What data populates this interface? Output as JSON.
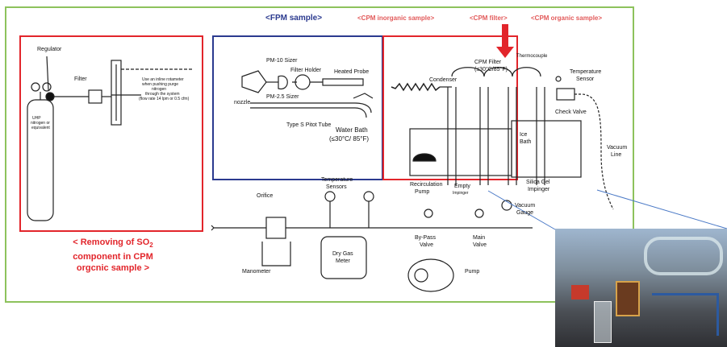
{
  "headers": {
    "fpm": "<FPM sample>",
    "cpm_inorganic": "<CPM inorganic sample>",
    "cpm_filter": "<CPM filter>",
    "cpm_organic": "<CPM organic sample>"
  },
  "caption": {
    "line1_pre": "< Removing of SO",
    "line1_sub": "2",
    "line2": "component in CPM",
    "line3": "orgcnic sample >"
  },
  "left_box": {
    "regulator": "Regulator",
    "filter": "Filter",
    "rotameter_note": [
      "Use an inline rotameter",
      "when pushing purge",
      "nitrogen",
      "through the system",
      "(flow rate 14 lpm or 0.5 cfm)"
    ],
    "cylinder": [
      "UHP",
      "nitrogen or",
      "equivalent"
    ]
  },
  "fpm_box": {
    "pm10": "PM-10 Sizer",
    "filter_holder": "Filter Holder",
    "heated_probe": "Heated Probe",
    "pm25": "PM-2.5 Sizer",
    "nozzle": "nozzle",
    "pitot": "Type S Pitot Tube",
    "water_bath": "Water Bath",
    "water_bath_temp": "(≤30°C/ 85°F)"
  },
  "cpm_box": {
    "cpm_filter": "CPM Filter",
    "cpm_filter_temp": "(≤30°C/85°F)",
    "thermocouple": "Thermocouple",
    "condenser": "Condenser",
    "recirc": [
      "Recirculation",
      "Pump"
    ],
    "empty": [
      "Empty",
      "Impinger"
    ]
  },
  "right_side": {
    "temp_sensor": [
      "Temperature",
      "Sensor"
    ],
    "check_valve": "Check Valve",
    "ice_bath": [
      "Ice",
      "Bath"
    ],
    "vacuum_line": [
      "Vacuum",
      "Line"
    ],
    "silica": [
      "Silica Gel",
      "Impinger"
    ]
  },
  "bottom": {
    "orifice": "Orifice",
    "temp_sensors": [
      "Temperature",
      "Sensors"
    ],
    "vacuum_gauge": [
      "Vacuum",
      "Gauge"
    ],
    "manometer": "Manometer",
    "dry_gas": [
      "Dry Gas",
      "Meter"
    ],
    "bypass": [
      "By-Pass",
      "Valve"
    ],
    "main_valve": [
      "Main",
      "Valve"
    ],
    "pump": "Pump"
  },
  "colors": {
    "green_frame": "#8dc25c",
    "red_box": "#e2252b",
    "blue_box": "#2b3a8f",
    "fpm_header": "#2b3a8f",
    "cpm_header": "#e25a5a",
    "callout_line": "#4a79c6"
  }
}
